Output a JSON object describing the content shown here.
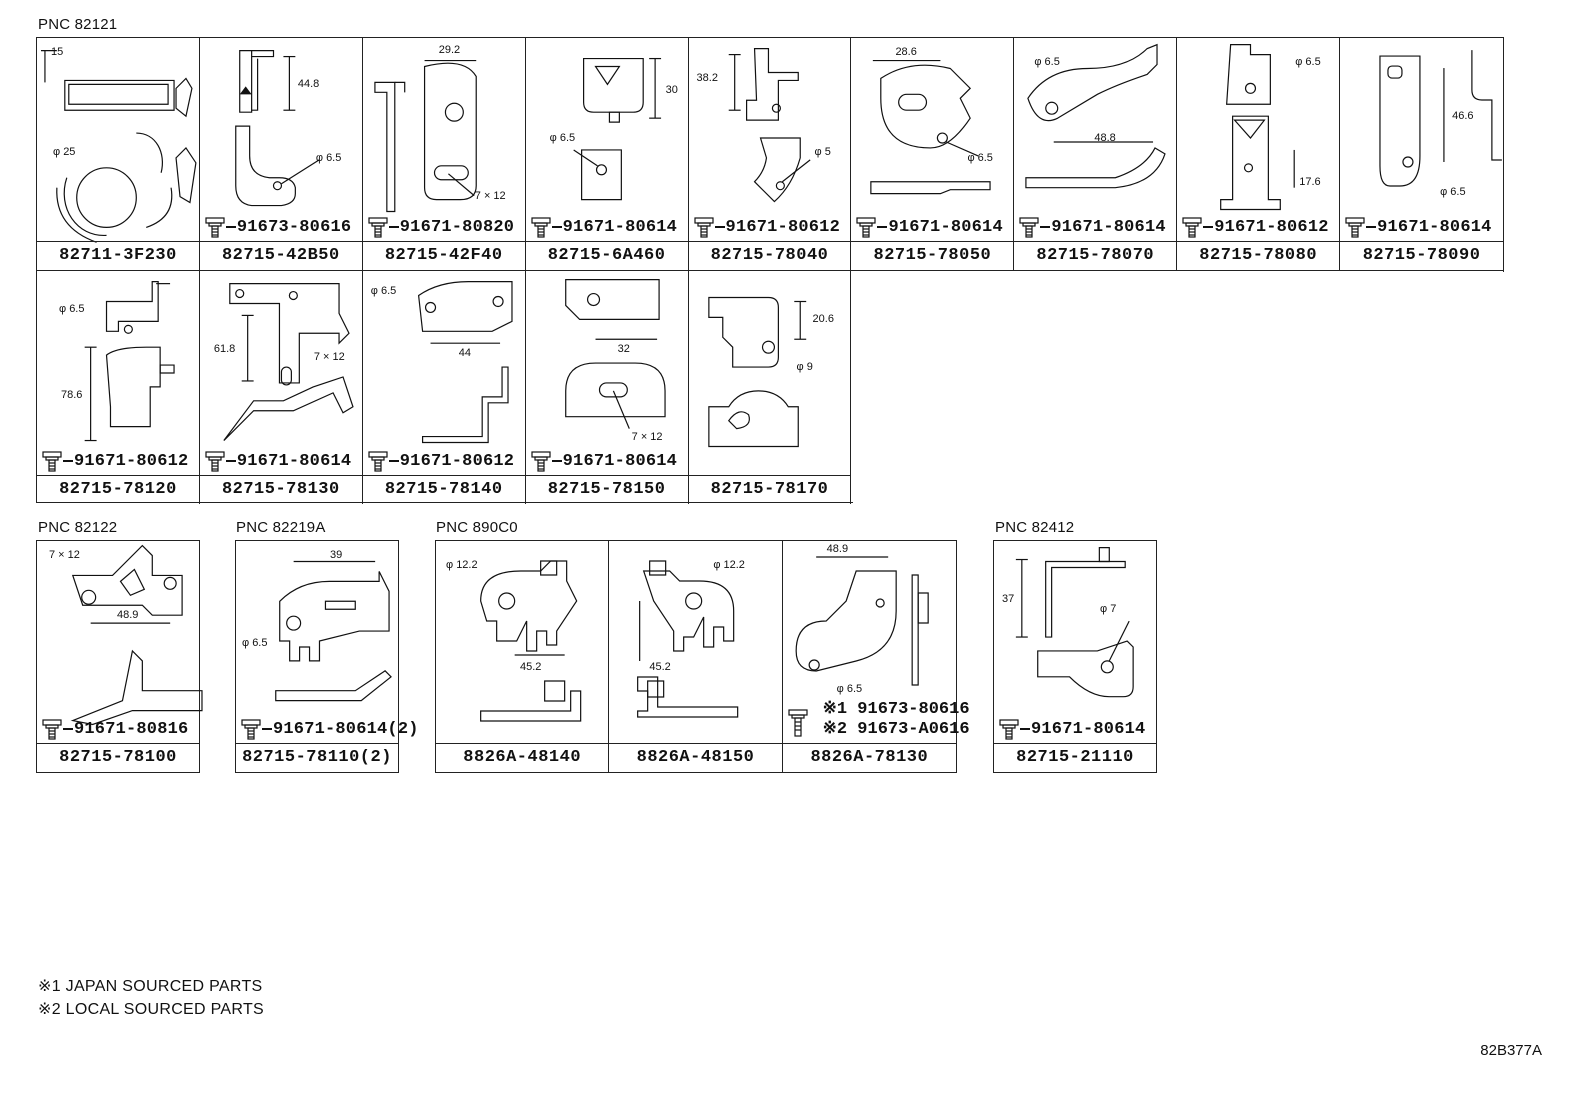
{
  "groups": [
    {
      "pnc": "PNC 82121",
      "cells": [
        {
          "part": "82711-3F230",
          "bolt": "",
          "dims": [
            "15",
            "φ 25"
          ]
        },
        {
          "part": "82715-42B50",
          "bolt": "91673-80616",
          "dims": [
            "44.8",
            "φ 6.5"
          ]
        },
        {
          "part": "82715-42F40",
          "bolt": "91671-80820",
          "dims": [
            "29.2",
            "7 × 12"
          ]
        },
        {
          "part": "82715-6A460",
          "bolt": "91671-80614",
          "dims": [
            "30",
            "φ 6.5"
          ]
        },
        {
          "part": "82715-78040",
          "bolt": "91671-80612",
          "dims": [
            "38.2",
            "φ 5"
          ]
        },
        {
          "part": "82715-78050",
          "bolt": "91671-80614",
          "dims": [
            "28.6",
            "φ 6.5"
          ]
        },
        {
          "part": "82715-78070",
          "bolt": "91671-80614",
          "dims": [
            "φ 6.5",
            "48.8"
          ]
        },
        {
          "part": "82715-78080",
          "bolt": "91671-80612",
          "dims": [
            "φ 6.5",
            "17.6"
          ]
        },
        {
          "part": "82715-78090",
          "bolt": "91671-80614",
          "dims": [
            "46.6",
            "φ 6.5"
          ]
        },
        {
          "part": "82715-78120",
          "bolt": "91671-80612",
          "dims": [
            "φ 6.5",
            "78.6"
          ]
        },
        {
          "part": "82715-78130",
          "bolt": "91671-80614",
          "dims": [
            "61.8",
            "7 × 12"
          ]
        },
        {
          "part": "82715-78140",
          "bolt": "91671-80612",
          "dims": [
            "φ 6.5",
            "44"
          ]
        },
        {
          "part": "82715-78150",
          "bolt": "91671-80614",
          "dims": [
            "32",
            "7 × 12"
          ]
        },
        {
          "part": "82715-78170",
          "bolt": "",
          "dims": [
            "20.6",
            "φ 9"
          ]
        }
      ]
    },
    {
      "pnc": "PNC 82122",
      "cells": [
        {
          "part": "82715-78100",
          "bolt": "91671-80816",
          "dims": [
            "7 × 12",
            "48.9"
          ]
        }
      ]
    },
    {
      "pnc": "PNC 82219A",
      "cells": [
        {
          "part": "82715-78110(2)",
          "bolt": "91671-80614(2)",
          "dims": [
            "39",
            "φ 6.5"
          ]
        }
      ]
    },
    {
      "pnc": "PNC 890C0",
      "cells": [
        {
          "part": "8826A-48140",
          "bolt": "",
          "dims": [
            "φ 12.2",
            "45.2"
          ]
        },
        {
          "part": "8826A-48150",
          "bolt": "",
          "dims": [
            "φ 12.2",
            "45.2"
          ]
        },
        {
          "part": "8826A-78130",
          "bolt_lines": [
            "※1 91673-80616",
            "※2 91673-A0616"
          ],
          "dims": [
            "48.9",
            "φ 6.5"
          ]
        }
      ]
    },
    {
      "pnc": "PNC 82412",
      "cells": [
        {
          "part": "82715-21110",
          "bolt": "91671-80614",
          "dims": [
            "37",
            "φ 7"
          ]
        }
      ]
    }
  ],
  "notes": [
    "※1 JAPAN SOURCED PARTS",
    "※2 LOCAL SOURCED PARTS"
  ],
  "figure_code": "82B377A",
  "icons": {
    "bolt": "bolt-icon"
  },
  "colors": {
    "line": "#111111",
    "background": "#ffffff"
  }
}
